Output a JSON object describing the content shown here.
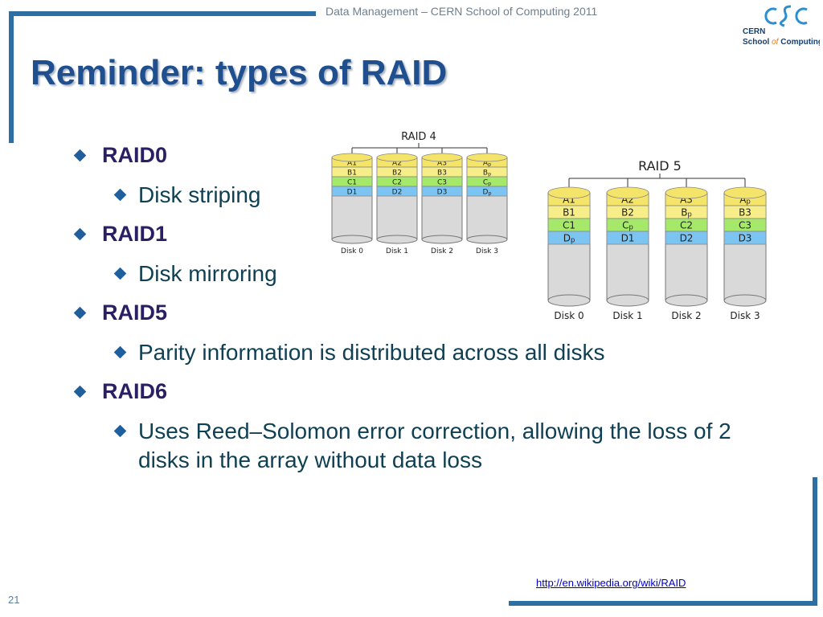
{
  "header": {
    "text": "Data Management – CERN School of Computing 2011",
    "logo": {
      "icon": "csc-logo-icon",
      "line1": "CERN",
      "line2_a": "School",
      "line2_b": "of",
      "line2_c": "Computing"
    }
  },
  "title": "Reminder: types of RAID",
  "bullets": [
    {
      "label": "RAID0",
      "sub": [
        "Disk striping"
      ]
    },
    {
      "label": "RAID1",
      "sub": [
        "Disk mirroring"
      ]
    },
    {
      "label": "RAID5",
      "sub": [
        "Parity information is distributed across all disks"
      ]
    },
    {
      "label": "RAID6",
      "sub": [
        "Uses Reed–Solomon error correction, allowing the loss of 2 disks in the array without data loss"
      ]
    }
  ],
  "diagrams": {
    "raid4": {
      "title": "RAID 4",
      "disks": [
        {
          "label": "Disk 0",
          "blocks": [
            "A1",
            "B1",
            "C1",
            "D1"
          ]
        },
        {
          "label": "Disk 1",
          "blocks": [
            "A2",
            "B2",
            "C2",
            "D2"
          ]
        },
        {
          "label": "Disk 2",
          "blocks": [
            "A3",
            "B3",
            "C3",
            "D3"
          ]
        },
        {
          "label": "Disk 3",
          "blocks": [
            "Ap",
            "Bp",
            "Cp",
            "Dp"
          ]
        }
      ]
    },
    "raid5": {
      "title": "RAID 5",
      "disks": [
        {
          "label": "Disk 0",
          "blocks": [
            "A1",
            "B1",
            "C1",
            "Dp"
          ]
        },
        {
          "label": "Disk 1",
          "blocks": [
            "A2",
            "B2",
            "Cp",
            "D1"
          ]
        },
        {
          "label": "Disk 2",
          "blocks": [
            "A3",
            "Bp",
            "C2",
            "D2"
          ]
        },
        {
          "label": "Disk 3",
          "blocks": [
            "Ap",
            "B3",
            "C3",
            "D3"
          ]
        }
      ]
    },
    "row_colors": [
      "#f5e46a",
      "#f7ee8a",
      "#a6e86a",
      "#7cc4f2"
    ],
    "disk_color": "#d9d9d9"
  },
  "footer": {
    "link": "http://en.wikipedia.org/wiki/RAID",
    "slide_number": "21"
  },
  "colors": {
    "accent": "#2e6fa3",
    "title": "#1f4f8f",
    "level1": "#2a1f63",
    "level2": "#0f3f52"
  }
}
